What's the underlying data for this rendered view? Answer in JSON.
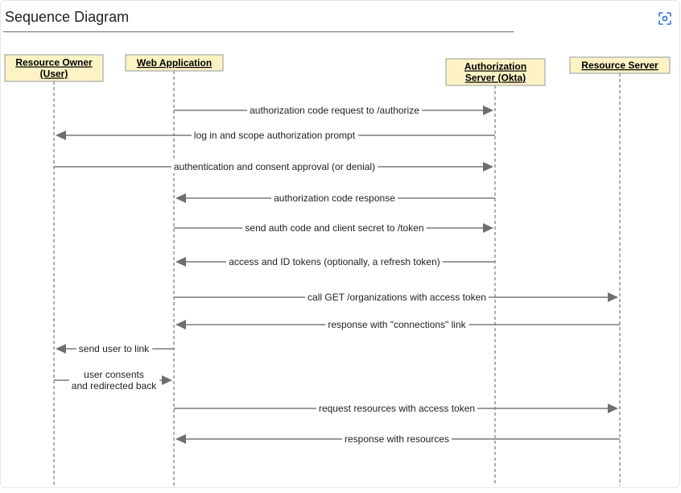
{
  "page": {
    "title": "Sequence Diagram"
  },
  "toolbar": {
    "scan_icon": "scan-icon"
  },
  "colors": {
    "box_fill": "#fdf2c4",
    "box_stroke": "#a8a8a8",
    "line": "#7a7a7a",
    "arrow": "#6e6e6e"
  },
  "participants": [
    {
      "id": "owner",
      "lines": [
        "Resource Owner",
        "(User)"
      ]
    },
    {
      "id": "webapp",
      "lines": [
        "Web Application"
      ]
    },
    {
      "id": "authz",
      "lines": [
        "Authorization",
        "Server (Okta)"
      ]
    },
    {
      "id": "resource",
      "lines": [
        "Resource Server"
      ]
    }
  ],
  "messages": [
    {
      "from": "webapp",
      "to": "authz",
      "lines": [
        "authorization code request to /authorize"
      ]
    },
    {
      "from": "authz",
      "to": "owner",
      "lines": [
        "log in and scope authorization prompt"
      ]
    },
    {
      "from": "owner",
      "to": "authz",
      "lines": [
        "authentication and consent approval (or denial)"
      ]
    },
    {
      "from": "authz",
      "to": "webapp",
      "lines": [
        "authorization code response"
      ]
    },
    {
      "from": "webapp",
      "to": "authz",
      "lines": [
        "send auth code and client secret to /token"
      ]
    },
    {
      "from": "authz",
      "to": "webapp",
      "lines": [
        "access and ID tokens (optionally, a refresh token)"
      ]
    },
    {
      "from": "webapp",
      "to": "resource",
      "lines": [
        "call GET /organizations with access token"
      ]
    },
    {
      "from": "resource",
      "to": "webapp",
      "lines": [
        "response with \"connections\" link"
      ]
    },
    {
      "from": "webapp",
      "to": "owner",
      "lines": [
        "send user to link"
      ]
    },
    {
      "from": "owner",
      "to": "webapp",
      "lines": [
        "user consents",
        "and redirected back"
      ]
    },
    {
      "from": "webapp",
      "to": "resource",
      "lines": [
        "request resources with access token"
      ]
    },
    {
      "from": "resource",
      "to": "webapp",
      "lines": [
        "response with resources"
      ]
    }
  ]
}
